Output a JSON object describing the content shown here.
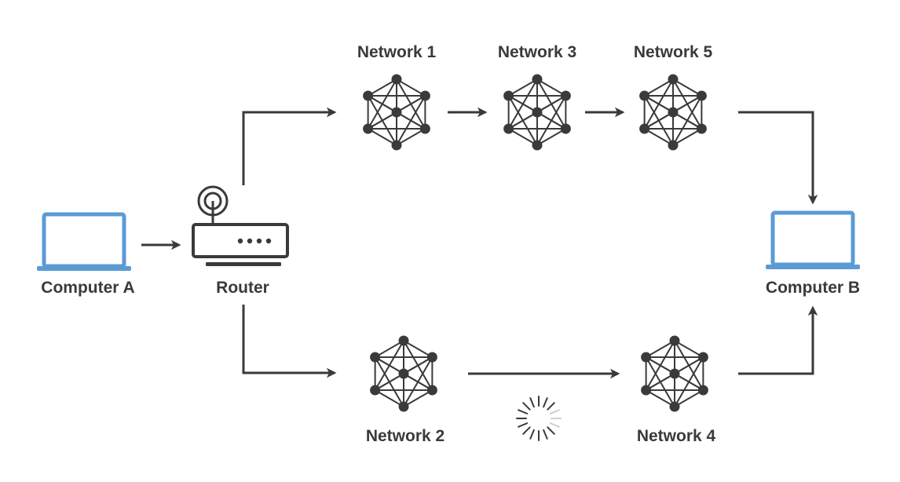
{
  "diagram": {
    "nodes": {
      "computer_a": {
        "label": "Computer A",
        "icon": "laptop-icon"
      },
      "router": {
        "label": "Router",
        "icon": "router-icon"
      },
      "computer_b": {
        "label": "Computer B",
        "icon": "laptop-icon"
      },
      "network_1": {
        "label": "Network 1",
        "icon": "network-mesh-icon"
      },
      "network_2": {
        "label": "Network 2",
        "icon": "network-mesh-icon"
      },
      "network_3": {
        "label": "Network 3",
        "icon": "network-mesh-icon"
      },
      "network_4": {
        "label": "Network 4",
        "icon": "network-mesh-icon"
      },
      "network_5": {
        "label": "Network 5",
        "icon": "network-mesh-icon"
      }
    },
    "edges": [
      {
        "from": "Computer A",
        "to": "Router"
      },
      {
        "from": "Router",
        "to": "Network 1"
      },
      {
        "from": "Network 1",
        "to": "Network 3"
      },
      {
        "from": "Network 3",
        "to": "Network 5"
      },
      {
        "from": "Network 5",
        "to": "Computer B"
      },
      {
        "from": "Router",
        "to": "Network 2"
      },
      {
        "from": "Network 2",
        "to": "Network 4"
      },
      {
        "from": "Network 4",
        "to": "Computer B"
      }
    ],
    "loading_indicator": "loading-spinner-icon",
    "colors": {
      "laptop": "#5b9bd5",
      "icon": "#3a3a3c",
      "arrow": "#3a3a3c",
      "label": "#3a3a3c",
      "background": "#ffffff"
    }
  }
}
